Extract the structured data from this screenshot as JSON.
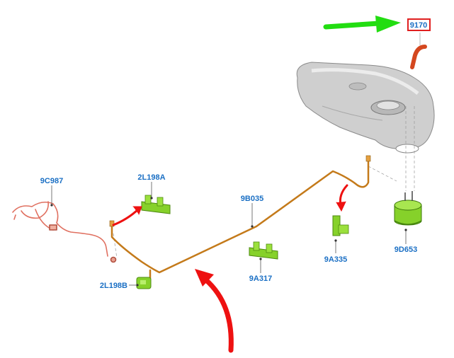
{
  "callouts": {
    "c9170": "9170",
    "c9C987": "9C987",
    "c2L198A": "2L198A",
    "c9B035": "9B035",
    "c9A335": "9A335",
    "c9D653": "9D653",
    "c2L198B": "2L198B",
    "c9A317": "9A317"
  },
  "colors": {
    "callout_text": "#1a6fc4",
    "highlight_box": "#e02020",
    "pointer_arrow_green": "#22dd11",
    "pointer_arrow_red": "#ee1111",
    "part_green": "#86d12a",
    "fuel_line": "#c47a1a",
    "harness": "#e07060",
    "tank": "#c9c9c9"
  }
}
